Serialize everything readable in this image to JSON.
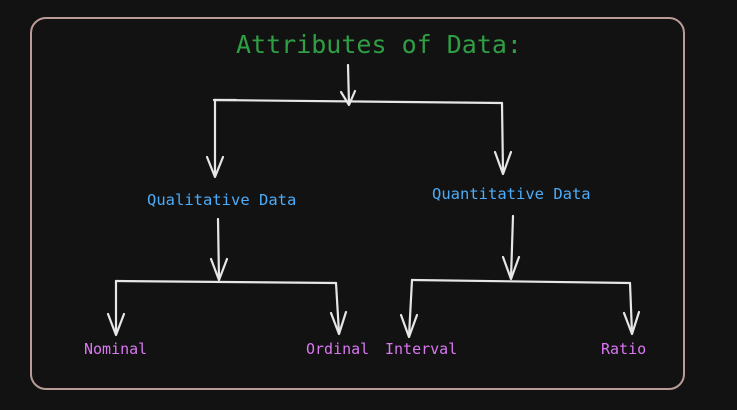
{
  "diagram": {
    "title": "Attributes of Data:",
    "level1": [
      {
        "label": "Qualitative Data"
      },
      {
        "label": "Quantitative Data"
      }
    ],
    "level2": [
      {
        "label": "Nominal"
      },
      {
        "label": "Ordinal"
      },
      {
        "label": "Interval"
      },
      {
        "label": "Ratio"
      }
    ]
  },
  "colors": {
    "background": "#121212",
    "frame": "#b99c95",
    "title": "#2f9e44",
    "level1_text": "#4dabf7",
    "level2_text": "#da77f2",
    "connector": "#e6e6e6"
  }
}
